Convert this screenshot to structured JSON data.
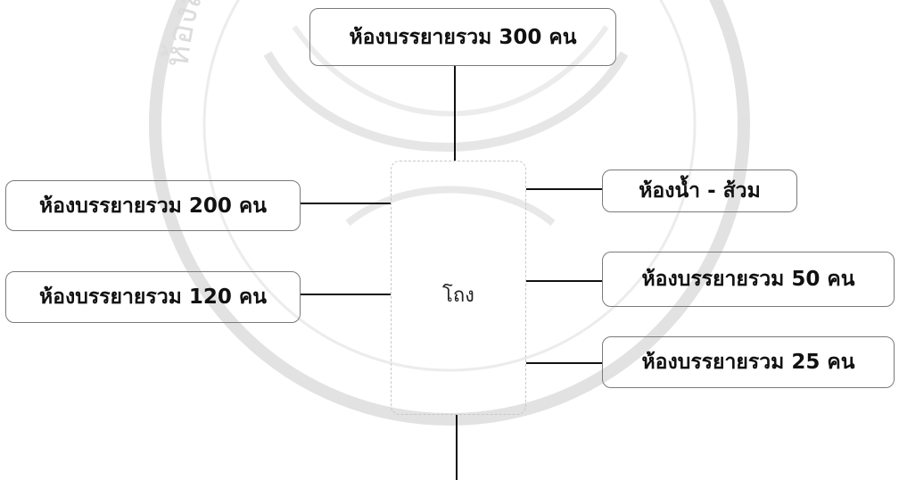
{
  "diagram": {
    "top": "ห้องบรรยายรวม 300 คน",
    "hub": "โถง",
    "left": [
      "ห้องบรรยายรวม 200 คน",
      "ห้องบรรยายรวม 120 คน"
    ],
    "right": [
      "ห้องน้ำ - ส้วม",
      "ห้องบรรยายรวม 50 คน",
      "ห้องบรรยายรวม 25 คน"
    ]
  },
  "seal": {
    "arc_text": "ห้องสมุดเทคโนโลยีพระจอมเกล้าเจ้าคุณทหาร",
    "kind": "watermark-seal"
  },
  "colors": {
    "line": "#111111",
    "box_border": "#7a7a7a",
    "watermark": "#d9d9d9"
  }
}
